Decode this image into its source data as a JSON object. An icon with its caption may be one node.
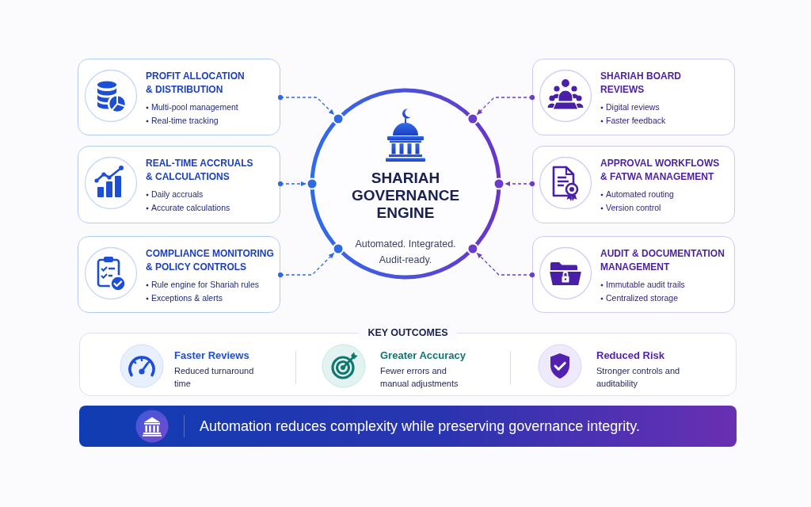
{
  "diagram": {
    "nodes": [
      {
        "text": [
          "PROFIT ALLOCATION & DISTRIBUTION",
          "Multi-pool management",
          "Real-time tracking"
        ]
      },
      {
        "text": [
          "REAL-TIME ACCRUALS & CALCULATIONS",
          "Daily accruals",
          "Accurate calculations"
        ]
      },
      {
        "text": [
          "COMPLIANCE MONITORING & POLICY CONTROLS",
          "Rule engine for Shariah rules",
          "Exceptions & alerts"
        ]
      },
      {
        "text": [
          "SHARIAH GOVERNANCE ENGINE",
          "Automated. Integrated. Audit-ready."
        ]
      },
      {
        "text": [
          "SHARIAH BOARD REVIEWS",
          "Digital reviews",
          "Faster feedback"
        ]
      },
      {
        "text": [
          "APPROVAL WORKFLOWS & FATWA MANAGEMENT",
          "Automated routing",
          "Version control"
        ]
      },
      {
        "text": [
          "AUDIT & DOCUMENTATION MANAGEMENT",
          "Immutable audit trails",
          "Centralized storage"
        ]
      },
      {
        "text": [
          "KEY OUTCOMES",
          "Faster Reviews",
          "Reduced turnaround time",
          "Greater Accuracy",
          "Fewer errors and manual adjustments",
          "Reduced Risk",
          "Stronger controls and auditability"
        ]
      },
      {
        "text": [
          "Automation reduces complexity while preserving governance integrity."
        ]
      }
    ],
    "edges": [
      {
        "from": 0,
        "to": 3,
        "arrow": "to",
        "style": "dashed",
        "color": "#2f6ae6"
      },
      {
        "from": 1,
        "to": 3,
        "arrow": "to",
        "style": "dashed",
        "color": "#2f6ae6"
      },
      {
        "from": 2,
        "to": 3,
        "arrow": "to",
        "style": "dashed",
        "color": "#2f6ae6"
      },
      {
        "from": 4,
        "to": 3,
        "arrow": "to",
        "style": "dashed",
        "color": "#6b3bc9"
      },
      {
        "from": 5,
        "to": 3,
        "arrow": "to",
        "style": "dashed",
        "color": "#6b3bc9"
      },
      {
        "from": 6,
        "to": 3,
        "arrow": "to",
        "style": "dashed",
        "color": "#6b3bc9"
      }
    ]
  }
}
